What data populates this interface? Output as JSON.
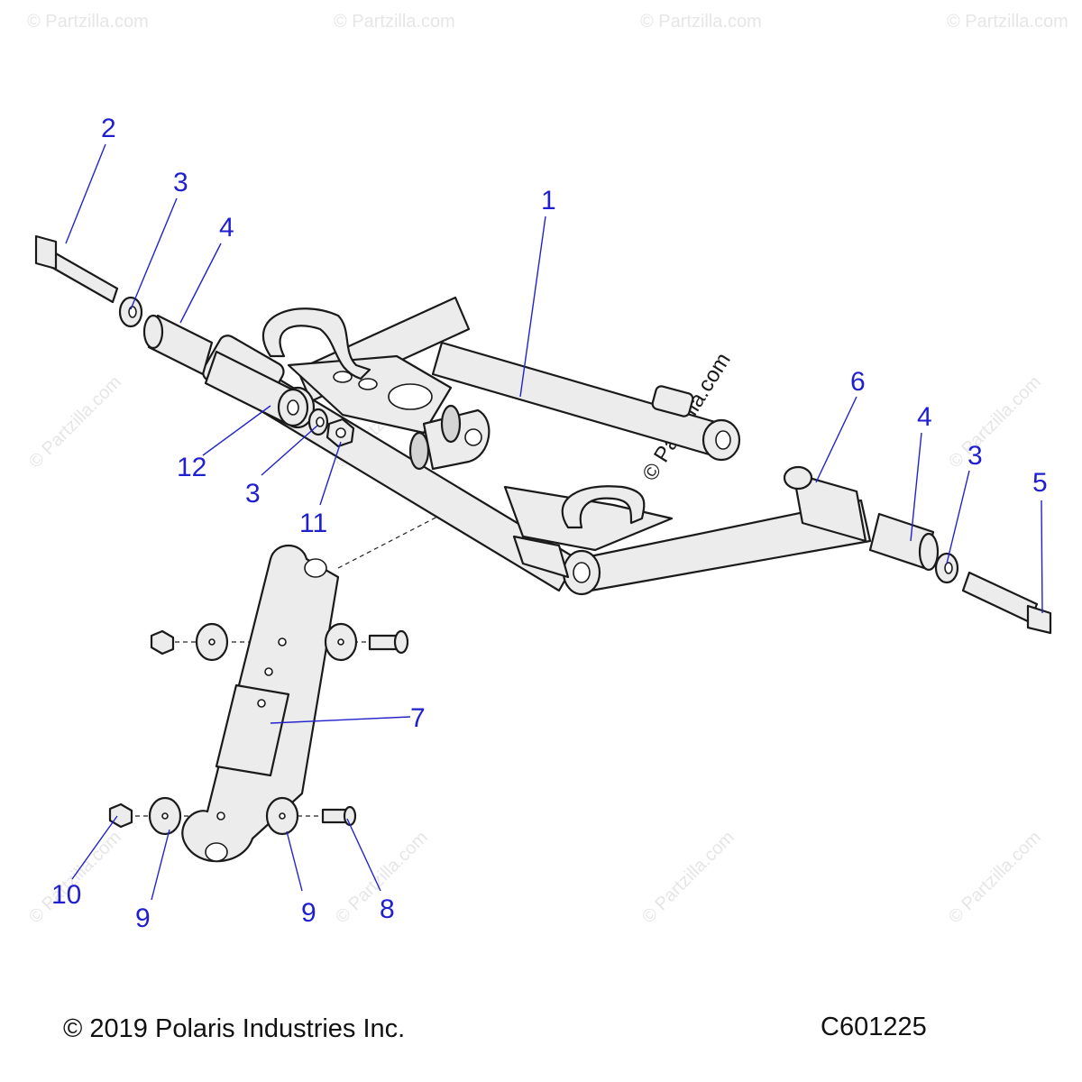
{
  "callouts": [
    "1",
    "2",
    "3",
    "4",
    "3",
    "12",
    "11",
    "6",
    "4",
    "3",
    "5",
    "7",
    "10",
    "9",
    "9",
    "8"
  ],
  "watermark": "© Partzilla.com",
  "watermark_center": "© Partzilla.com",
  "footer": {
    "copyright": "© 2019 Polaris Industries Inc.",
    "code": "C601225"
  },
  "colors": {
    "callout": "#1f1fd0",
    "leader": "#2222cc",
    "line": "#1a1a1a"
  }
}
